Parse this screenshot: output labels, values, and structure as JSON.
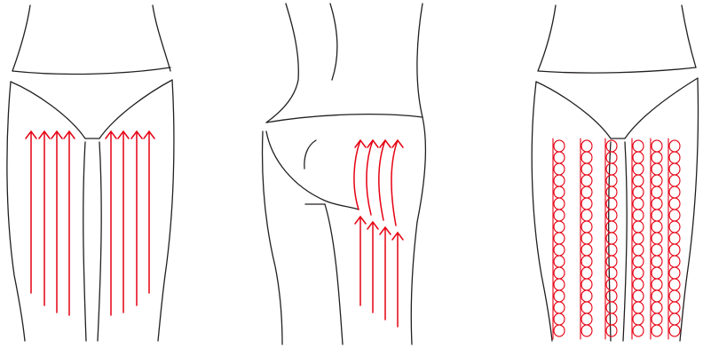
{
  "colors": {
    "outline": "#231f20",
    "arrow": "#e60012",
    "background": "#ffffff"
  },
  "figures": [
    {
      "id": "front-legs",
      "view": "front",
      "stroke": "upward-strokes",
      "arrow_count": 8
    },
    {
      "id": "side-buttock",
      "view": "side",
      "stroke": "upward-curved-strokes",
      "arrow_count": 8
    },
    {
      "id": "back-legs",
      "view": "back",
      "stroke": "circular-kneading",
      "coil_columns": 6
    }
  ]
}
